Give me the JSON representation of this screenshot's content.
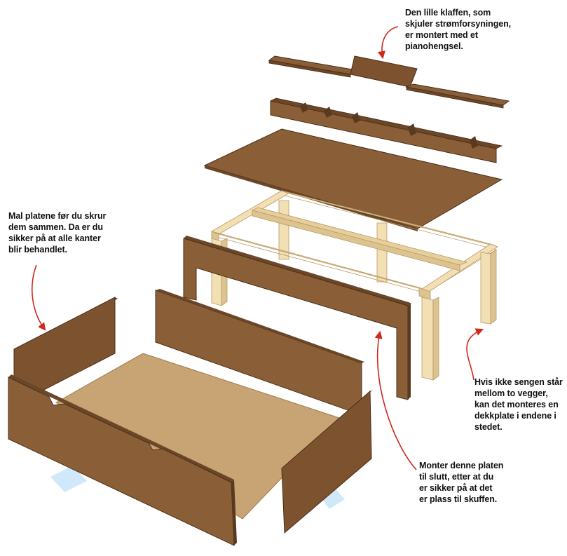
{
  "callouts": {
    "piano_hinge": {
      "lines": [
        "Den lille klaffen, som",
        "skjuler strømforsyningen,",
        "er montert med et",
        "pianohengsel."
      ]
    },
    "paint_first": {
      "lines": [
        "Mal platene før du skrur",
        "dem sammen. Da er du",
        "sikker på at alle kanter",
        "blir behandlet."
      ]
    },
    "end_cover": {
      "lines": [
        "Hvis ikke sengen står",
        "mellom to vegger,",
        "kan det monteres en",
        "dekkplate i endene i",
        "stedet."
      ]
    },
    "mount_last": {
      "lines": [
        "Monter denne platen",
        "til slutt, etter at du",
        "er sikker på at det",
        "er plass til skuffen."
      ]
    }
  },
  "colors": {
    "board_dark": "#6b4628",
    "board_mid": "#8a5f38",
    "board_light": "#a07448",
    "base_plate": "#c8a474",
    "frame_light": "#f2dfb4",
    "frame_mid": "#dcc38f",
    "arrow": "#d0281e",
    "glide": "#cfe9fb"
  }
}
